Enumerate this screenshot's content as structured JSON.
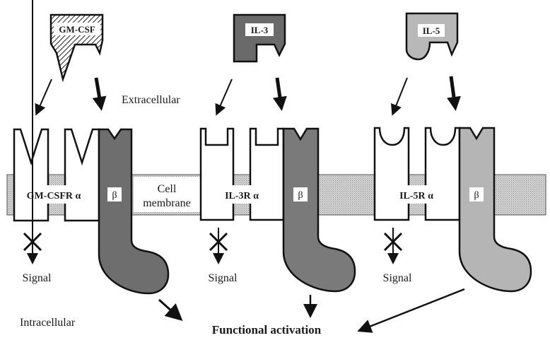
{
  "labels": {
    "extracellular": "Extracellular",
    "intracellular": "Intracellular",
    "cell_membrane_line1": "Cell",
    "cell_membrane_line2": "membrane",
    "functional_activation": "Functional activation"
  },
  "ligands": [
    {
      "name": "GM-CSF",
      "fill": "hatched"
    },
    {
      "name": "IL-3",
      "fill": "#6a6a6a"
    },
    {
      "name": "IL-5",
      "fill": "#b8b8b8"
    }
  ],
  "receptors": [
    {
      "alpha_label": "GM-CSFR α",
      "beta_label": "β",
      "signal_label": "Signal",
      "beta_color": "#6e6e6e"
    },
    {
      "alpha_label": "IL-3R α",
      "beta_label": "β",
      "signal_label": "Signal",
      "beta_color": "#7a7a7a"
    },
    {
      "alpha_label": "IL-5R α",
      "beta_label": "β",
      "signal_label": "Signal",
      "beta_color": "#b5b5b5"
    }
  ],
  "colors": {
    "membrane": "#c9c9c9",
    "outline": "#111111",
    "text": "#1a1a1a"
  }
}
